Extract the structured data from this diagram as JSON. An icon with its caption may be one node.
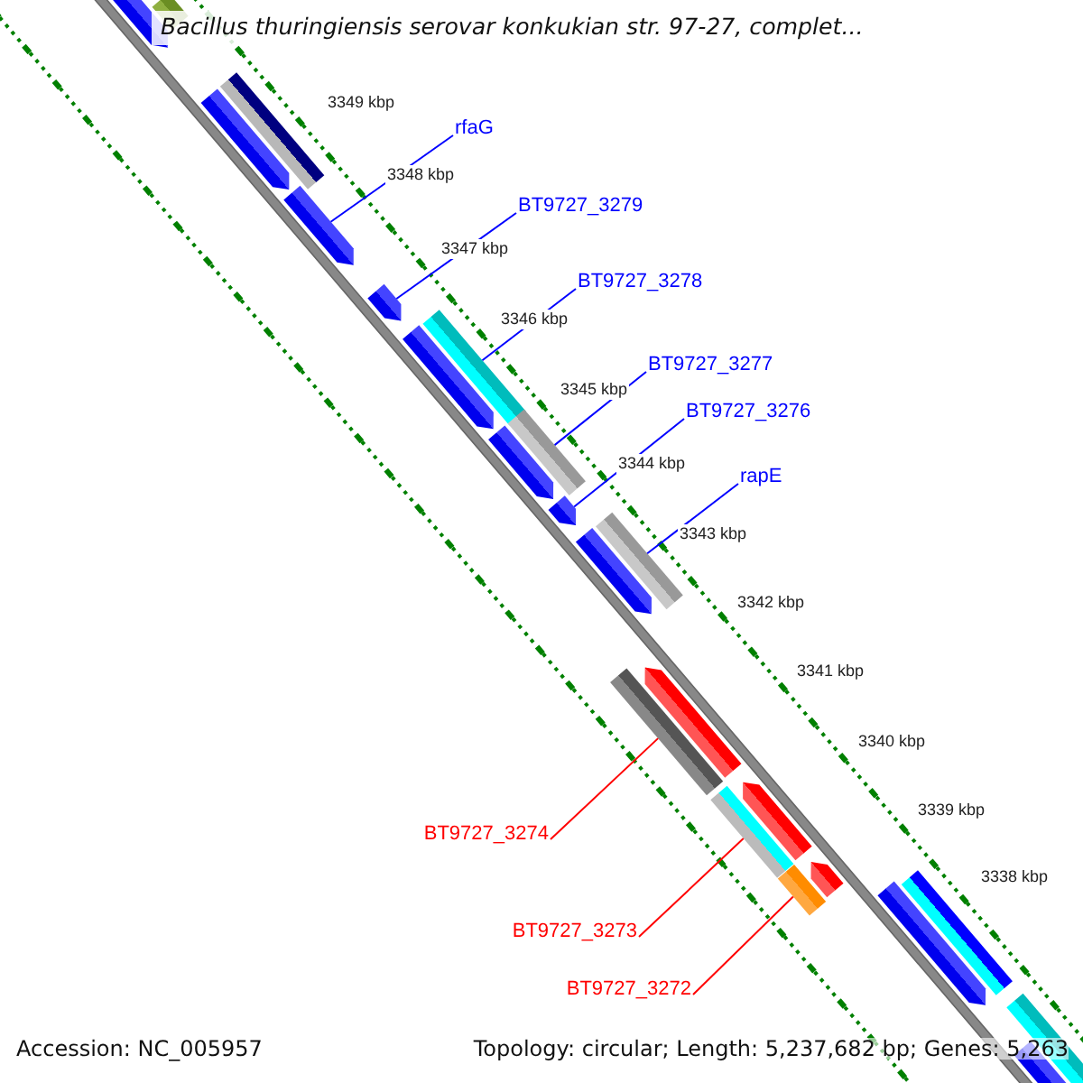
{
  "diagram": {
    "title": "Bacillus thuringiensis serovar konkukian str. 97-27, complet...",
    "nodes": [
      {
        "text": [],
        "shape": "arrow"
      },
      {
        "text": [],
        "shape": "bar"
      },
      {
        "text": [],
        "shape": "bar"
      },
      {
        "text": [],
        "shape": "arrow"
      },
      {
        "text": [
          "rfaG"
        ]
      },
      {
        "text": [],
        "shape": "arrow"
      },
      {
        "text": [
          "BT9727_3279"
        ]
      },
      {
        "text": [],
        "shape": "arrow"
      },
      {
        "text": [
          "BT9727_3278"
        ]
      },
      {
        "text": [],
        "shape": "bar"
      },
      {
        "text": [],
        "shape": "arrow"
      },
      {
        "text": [
          "BT9727_3277"
        ]
      },
      {
        "text": [],
        "shape": "bar"
      },
      {
        "text": [],
        "shape": "arrow"
      },
      {
        "text": [
          "BT9727_3276"
        ]
      },
      {
        "text": [],
        "shape": "arrow"
      },
      {
        "text": [
          "rapE"
        ]
      },
      {
        "text": [],
        "shape": "bar"
      },
      {
        "text": [],
        "shape": "arrow"
      },
      {
        "text": [
          "BT9727_3274"
        ]
      },
      {
        "text": [],
        "shape": "bar"
      },
      {
        "text": [],
        "shape": "arrow"
      },
      {
        "text": [
          "BT9727_3273"
        ]
      },
      {
        "text": [],
        "shape": "bar"
      },
      {
        "text": [],
        "shape": "arrow"
      },
      {
        "text": [
          "BT9727_3272"
        ]
      },
      {
        "text": [],
        "shape": "bar"
      },
      {
        "text": [],
        "shape": "arrow"
      },
      {
        "text": [],
        "shape": "bar"
      },
      {
        "text": [],
        "shape": "arrow"
      },
      {
        "text": [],
        "shape": "bar"
      },
      {
        "text": [],
        "shape": "arrow"
      }
    ],
    "edges": [
      {
        "from": 4,
        "to": 5,
        "arrow": "none"
      },
      {
        "from": 6,
        "to": 7,
        "arrow": "none"
      },
      {
        "from": 8,
        "to": 9,
        "arrow": "none"
      },
      {
        "from": 11,
        "to": 12,
        "arrow": "none"
      },
      {
        "from": 14,
        "to": 15,
        "arrow": "none"
      },
      {
        "from": 16,
        "to": 17,
        "arrow": "none"
      },
      {
        "from": 19,
        "to": 20,
        "arrow": "none",
        "color": "#ff0000"
      },
      {
        "from": 22,
        "to": 23,
        "arrow": "none",
        "color": "#ff0000"
      },
      {
        "from": 25,
        "to": 26,
        "arrow": "none",
        "color": "#ff0000"
      }
    ],
    "labels": [
      "3349 kbp",
      "3348 kbp",
      "3347 kbp",
      "3346 kbp",
      "3345 kbp",
      "3344 kbp",
      "3343 kbp",
      "3342 kbp",
      "3341 kbp",
      "3340 kbp",
      "3339 kbp",
      "3338 kbp",
      "Accession: NC_005957",
      "Topology: circular; Length: 5,237,682 bp; Genes: 5,263"
    ]
  }
}
